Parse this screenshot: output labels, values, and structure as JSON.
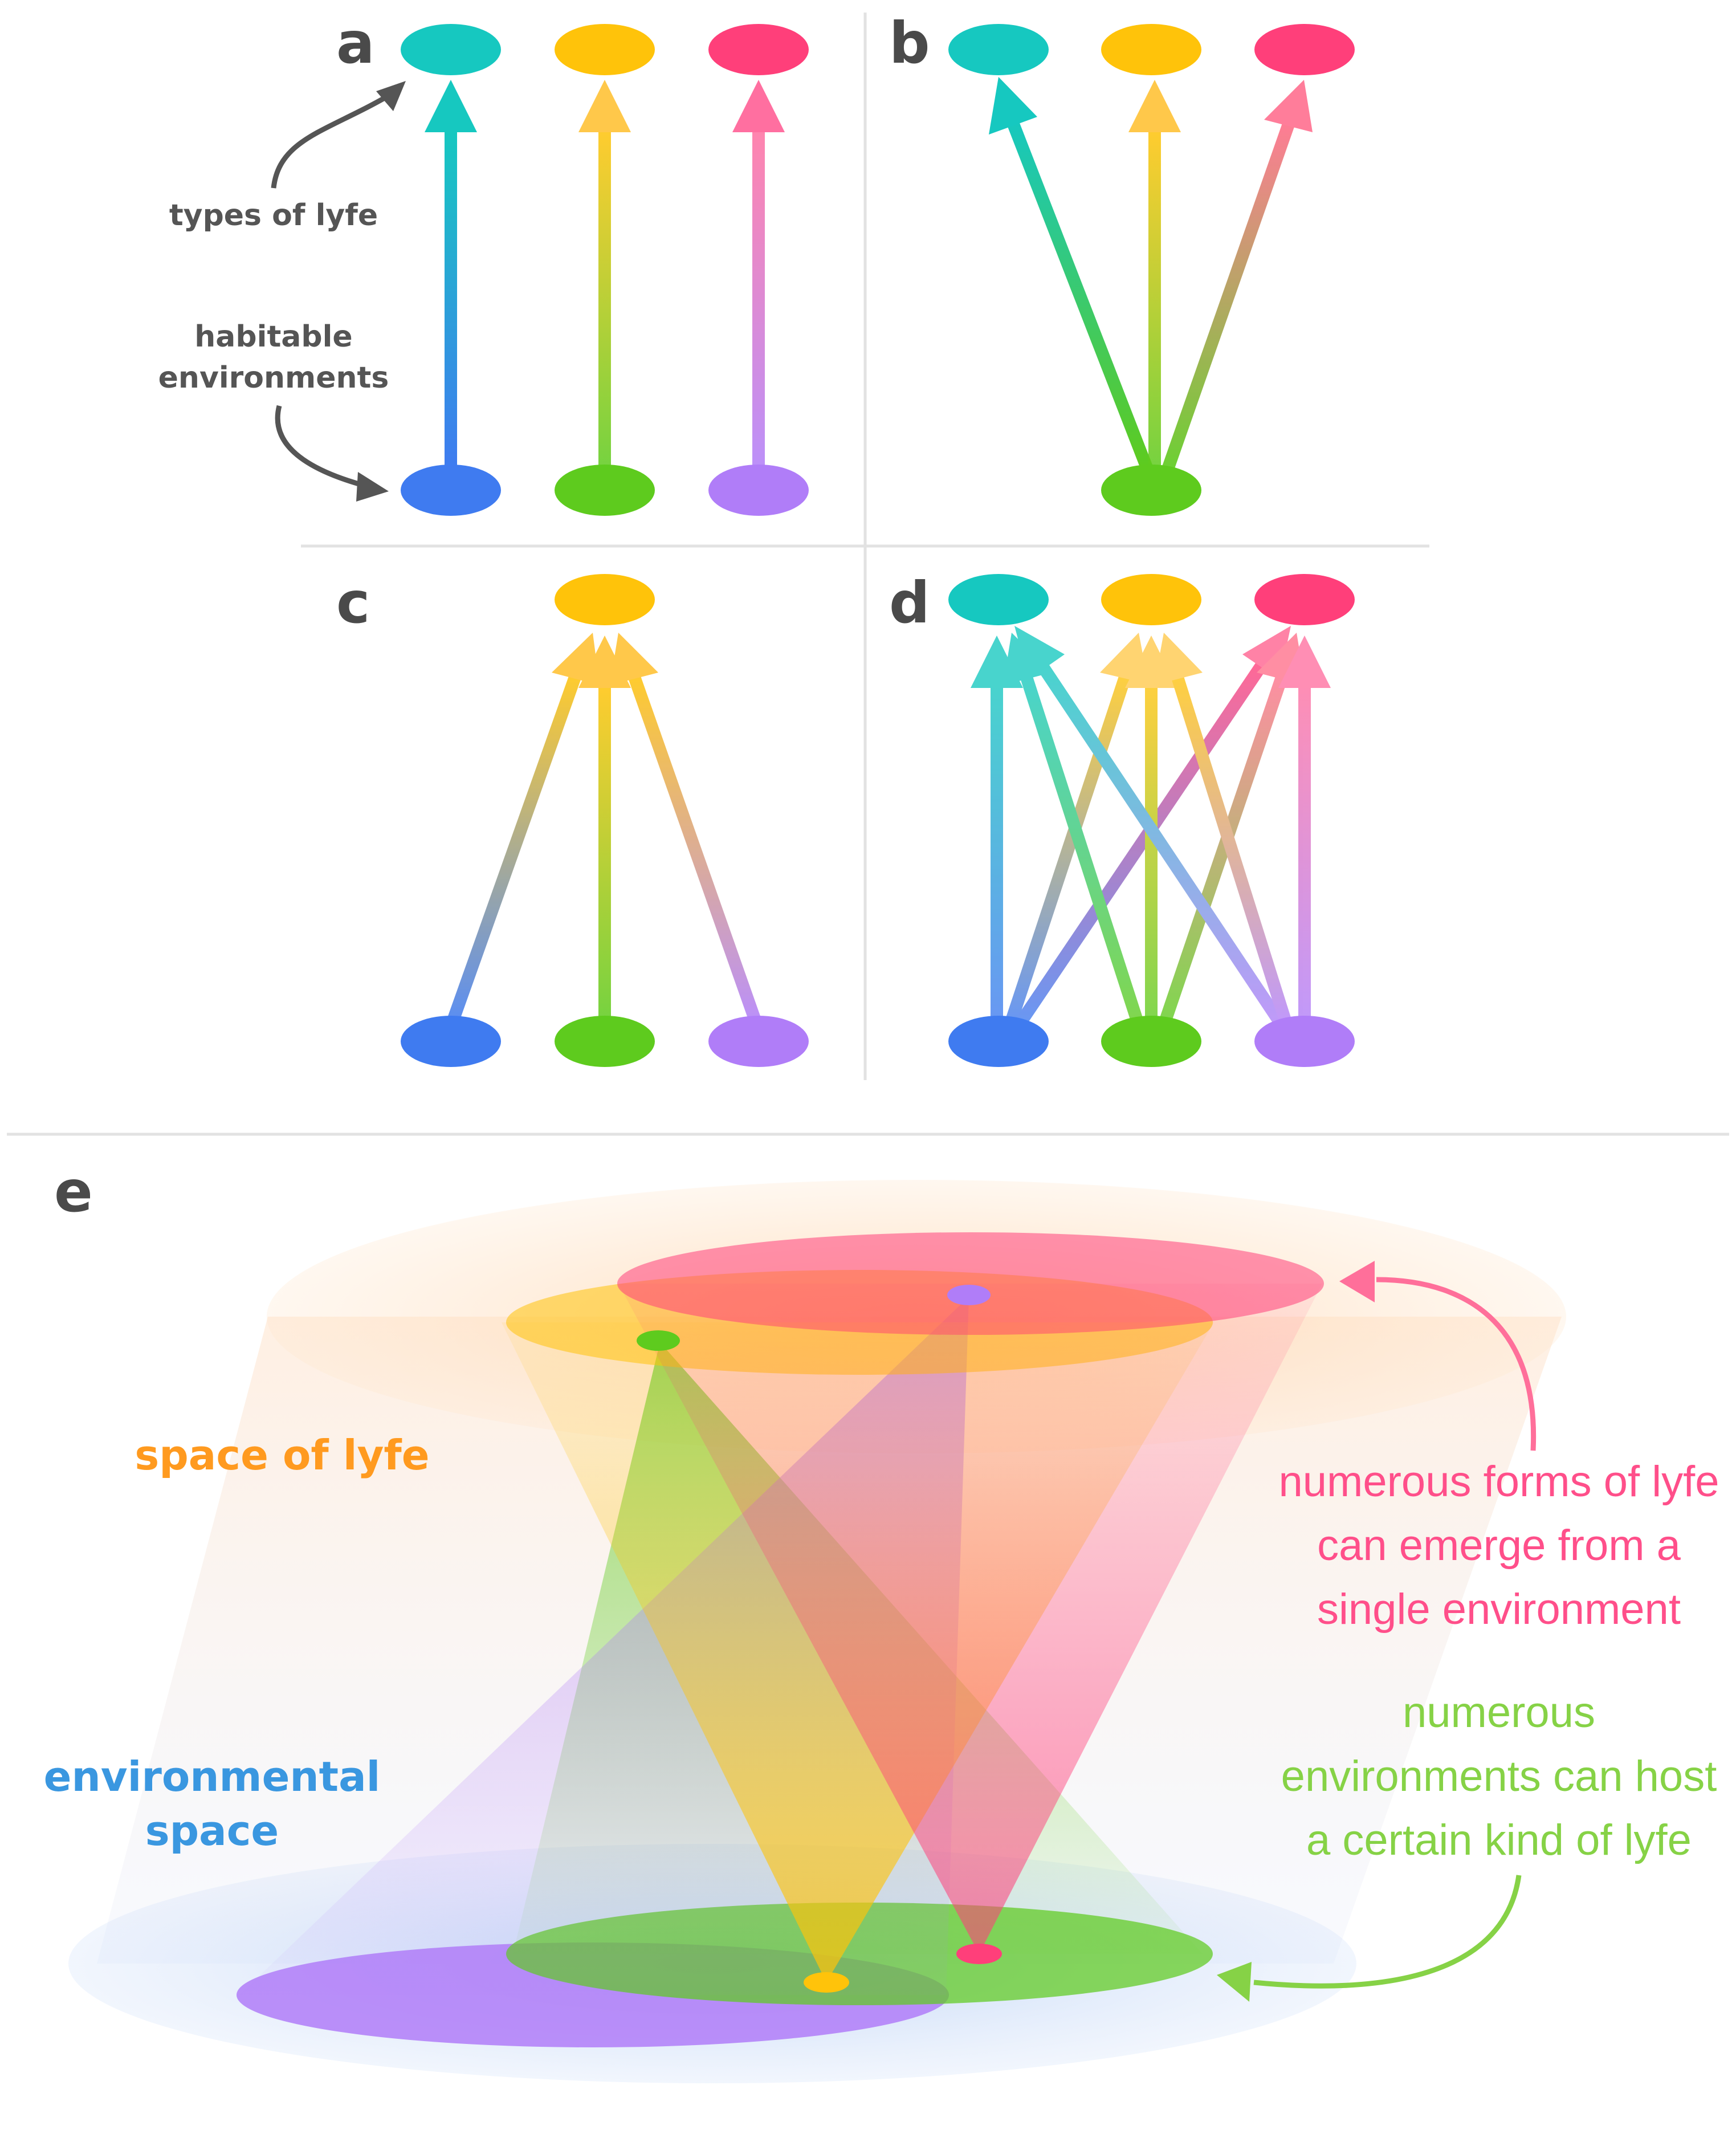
{
  "panels": {
    "a": {
      "letter": "a"
    },
    "b": {
      "letter": "b"
    },
    "c": {
      "letter": "c"
    },
    "d": {
      "letter": "d"
    },
    "e": {
      "letter": "e"
    }
  },
  "labels": {
    "types_of_lyfe": "types of lyfe",
    "habitable_line1": "habitable",
    "habitable_line2": "environments",
    "space_of_lyfe": "space of lyfe",
    "environmental_line1": "environmental",
    "environmental_line2": "space",
    "forms_line1": "numerous forms of lyfe",
    "forms_line2": "can emerge from a",
    "forms_line3": "single environment",
    "envs_line1": "numerous",
    "envs_line2": "environments can host",
    "envs_line3": "a certain kind of lyfe"
  },
  "colors": {
    "teal": "#16c8c0",
    "yellow": "#ffc30a",
    "pink": "#ff3f7a",
    "blue": "#3f7bf0",
    "green": "#5ecb1e",
    "purple": "#b07df8",
    "orange_label": "#ff9a1f",
    "blue_label": "#3a97e0",
    "pink_label": "#ff4f8a",
    "green_label": "#86d246",
    "dark": "#555555"
  }
}
